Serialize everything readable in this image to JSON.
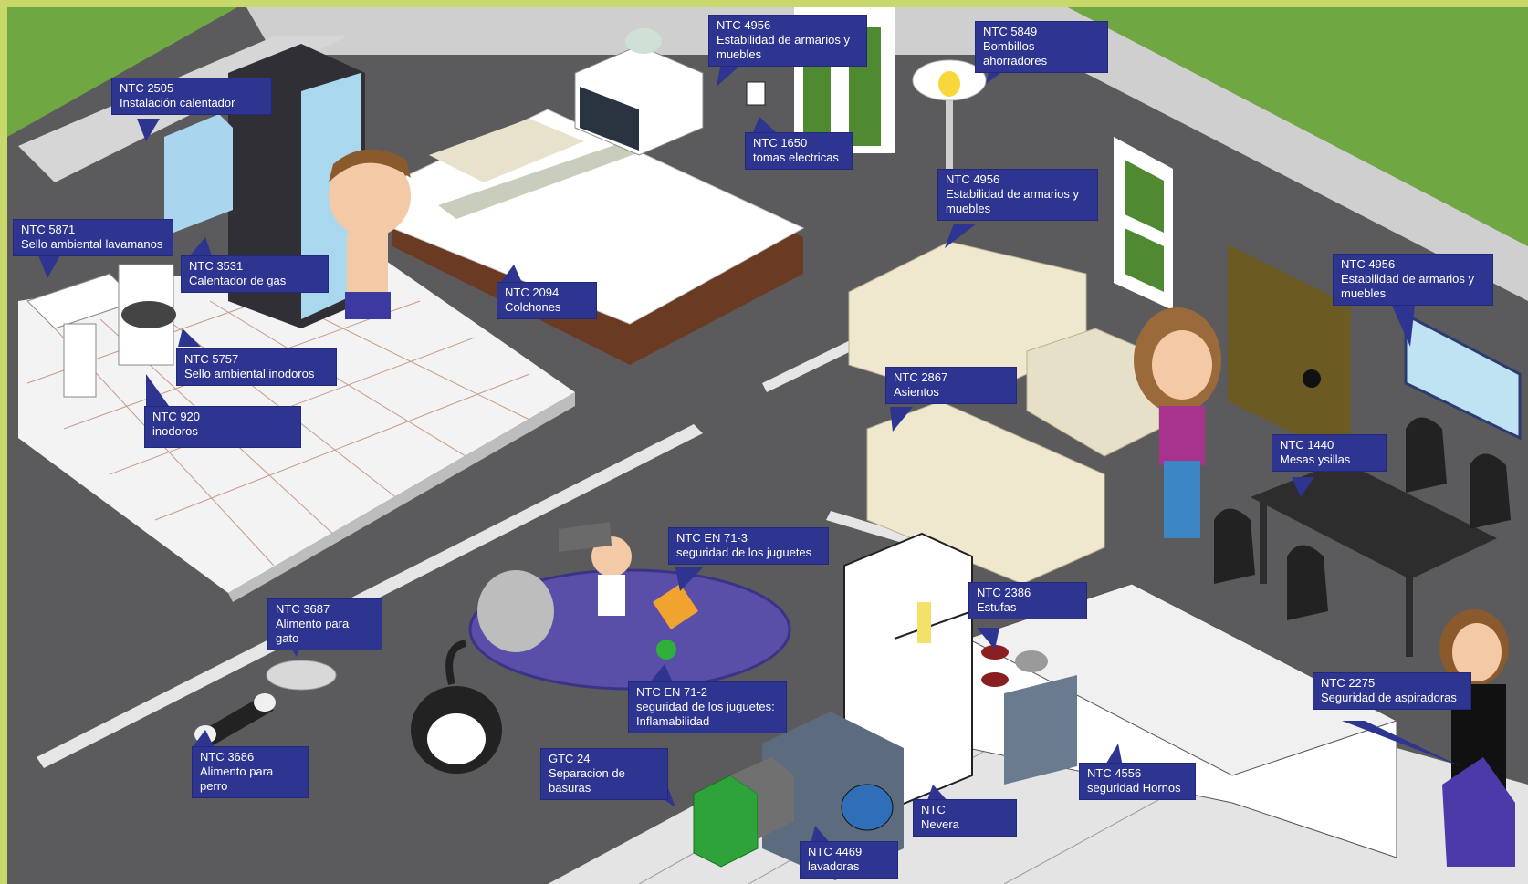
{
  "colors": {
    "background_green": "#6fa842",
    "floor_dark": "#5b5b5d",
    "floor_light": "#d9d9d9",
    "callout_blue": "#2e3590",
    "rug_purple": "#5a4fa8",
    "door_brown": "#6b5a22"
  },
  "labels": {
    "ntc2505": {
      "code": "NTC  2505",
      "desc": "Instalación  calentador"
    },
    "ntc4956_top": {
      "code": "NTC  4956",
      "desc": "Estabilidad de armarios y muebles"
    },
    "ntc5849": {
      "code": "NTC  5849",
      "desc": "Bombillos ahorradores"
    },
    "ntc1650": {
      "code": "NTC  1650",
      "desc": "tomas electricas"
    },
    "ntc4956_mid": {
      "code": "NTC  4956",
      "desc": "Estabilidad de armarios y muebles"
    },
    "ntc4956_right": {
      "code": "NTC  4956",
      "desc": "Estabilidad de armarios y muebles"
    },
    "ntc5871": {
      "code": "NTC 5871",
      "desc": "Sello ambiental lavamanos"
    },
    "ntc3531": {
      "code": "NTC 3531",
      "desc": "Calentador de gas"
    },
    "ntc2094": {
      "code": "NTC 2094",
      "desc": "Colchones"
    },
    "ntc5757": {
      "code": "NTC 5757",
      "desc": "Sello ambiental inodoros"
    },
    "ntc920": {
      "code": "NTC 920",
      "desc": " inodoros"
    },
    "ntc2867": {
      "code": "NTC  2867",
      "desc": "Asientos"
    },
    "ntc1440": {
      "code": "NTC 1440",
      "desc": "Mesas ysillas"
    },
    "ntcen713": {
      "code": "NTC EN 71-3",
      "desc": "seguridad de los juguetes"
    },
    "ntc3687": {
      "code": "NTC 3687",
      "desc": "Alimento para gato"
    },
    "ntc2386": {
      "code": "NTC  2386",
      "desc": "Estufas"
    },
    "ntcen712": {
      "code": "NTC EN 71-2",
      "desc": "seguridad de los juguetes: Inflamabilidad"
    },
    "ntc2275": {
      "code": "NTC 2275",
      "desc": "Seguridad de aspiradoras"
    },
    "ntc3686": {
      "code": "NTC 3686",
      "desc": "Alimento para perro"
    },
    "gtc24": {
      "code": "GTC  24",
      "desc": "Separacion de basuras"
    },
    "ntc4556": {
      "code": "NTC  4556",
      "desc": "seguridad Hornos"
    },
    "ntc_nevera": {
      "code": "NTC",
      "desc": "Nevera"
    },
    "ntc4469": {
      "code": "NTC 4469",
      "desc": "lavadoras"
    }
  }
}
